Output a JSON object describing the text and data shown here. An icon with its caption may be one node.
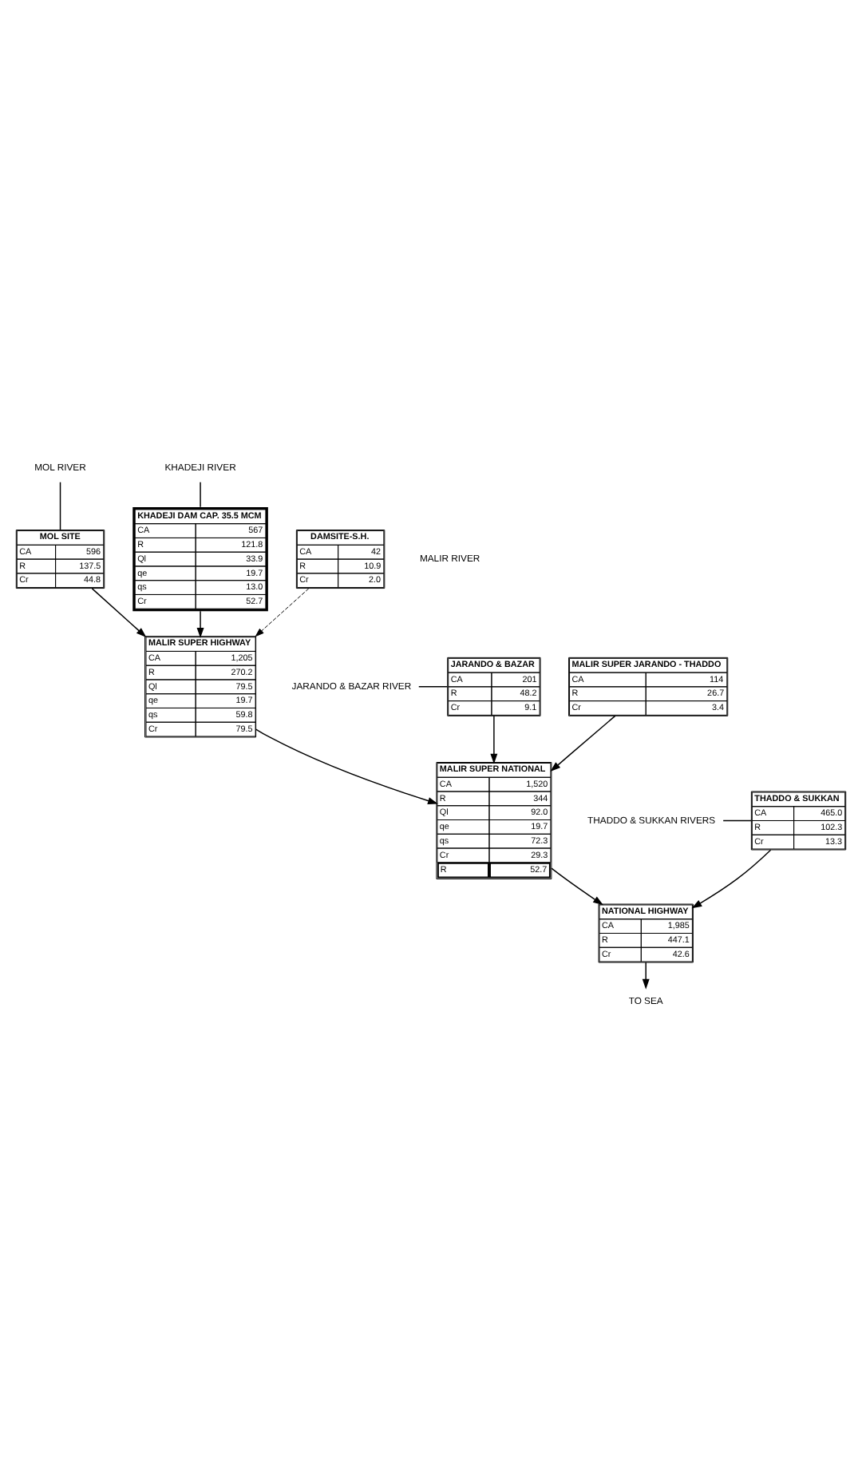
{
  "diagram": {
    "nodes": [
      {
        "text": [
          "MOL RIVER"
        ]
      },
      {
        "text": [
          "KHADEJI RIVER"
        ]
      },
      {
        "text": [
          "MOL SITE",
          "CA",
          "596",
          "R",
          "137.5",
          "Cr",
          "44.8"
        ]
      },
      {
        "text": [
          "KHADEJI DAM CAP. 35.5 MCM",
          "CA",
          "567",
          "R",
          "121.8",
          "Ql",
          "33.9",
          "qe",
          "19.7",
          "qs",
          "13.0",
          "Cr",
          "52.7"
        ]
      },
      {
        "text": [
          "DAMSITE-S.H.",
          "CA",
          "42",
          "R",
          "10.9",
          "Cr",
          "2.0"
        ]
      },
      {
        "text": [
          "MALIR SUPER HIGHWAY",
          "CA",
          "1,205",
          "R",
          "270.2",
          "Ql",
          "79.5",
          "qe",
          "19.7",
          "qs",
          "59.8",
          "Cr",
          "79.5"
        ]
      },
      {
        "text": [
          "JARANDO & BAZAR RIVER"
        ]
      },
      {
        "text": [
          "JARANDO & BAZAR",
          "CA",
          "201",
          "R",
          "48.2",
          "Cr",
          "9.1"
        ]
      },
      {
        "text": [
          "MALIR SUPER JARANDO - THADDO",
          "CA",
          "114",
          "R",
          "26.7",
          "Cr",
          "3.4"
        ]
      },
      {
        "text": [
          "MALIR SUPER NATIONAL",
          "CA",
          "1,520",
          "R",
          "344",
          "Ql",
          "92.0",
          "qe",
          "19.7",
          "qs",
          "72.3",
          "Cr",
          "29.3",
          "R",
          "52.7"
        ]
      },
      {
        "text": [
          "THADDO & SUKKAN RIVERS"
        ]
      },
      {
        "text": [
          "THADDO & SUKKAN",
          "CA",
          "465.0",
          "R",
          "102.3",
          "Cr",
          "13.3"
        ]
      },
      {
        "text": [
          "NATIONAL HIGHWAY",
          "CA",
          "1,985",
          "R",
          "447.1",
          "Cr",
          "42.6"
        ]
      },
      {
        "text": [
          "TO SEA"
        ]
      }
    ],
    "edges": [
      {
        "from": 0,
        "to": 2,
        "arrow": "none"
      },
      {
        "from": 1,
        "to": 3,
        "arrow": "none"
      },
      {
        "from": 2,
        "to": 5,
        "arrow": "to"
      },
      {
        "from": 3,
        "to": 5,
        "arrow": "to"
      },
      {
        "from": 4,
        "to": 5,
        "arrow": "to",
        "style": "dashed"
      },
      {
        "from": 5,
        "to": 9,
        "arrow": "to"
      },
      {
        "from": 6,
        "to": 7,
        "arrow": "none"
      },
      {
        "from": 7,
        "to": 9,
        "arrow": "to"
      },
      {
        "from": 8,
        "to": 9,
        "arrow": "to"
      },
      {
        "from": 9,
        "to": 12,
        "arrow": "to"
      },
      {
        "from": 10,
        "to": 11,
        "arrow": "none"
      },
      {
        "from": 11,
        "to": 12,
        "arrow": "to"
      },
      {
        "from": 12,
        "to": 13,
        "arrow": "to"
      }
    ],
    "labels": [
      "MALIR RIVER"
    ]
  }
}
